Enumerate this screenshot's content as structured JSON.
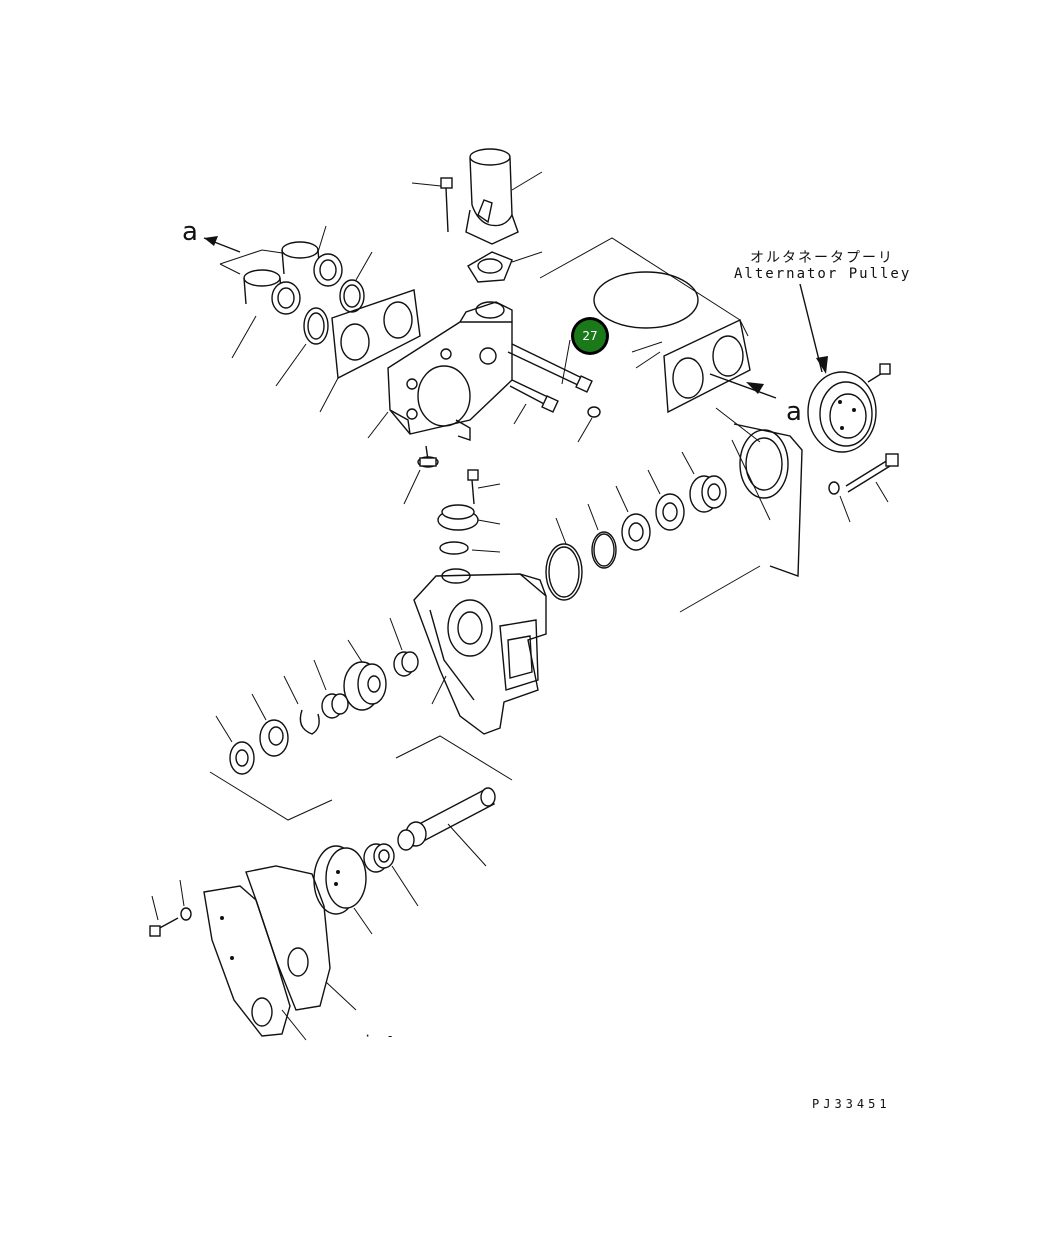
{
  "diagram": {
    "view_marker_left": "a",
    "view_marker_right": "a",
    "pulley_label_jp": "オルタネータプーリ",
    "pulley_label_en": "Alternator Pulley",
    "drawing_code": "PJ33451",
    "small_mark": "· -"
  },
  "callout": {
    "number": "27",
    "color": "#1a7a1a"
  }
}
